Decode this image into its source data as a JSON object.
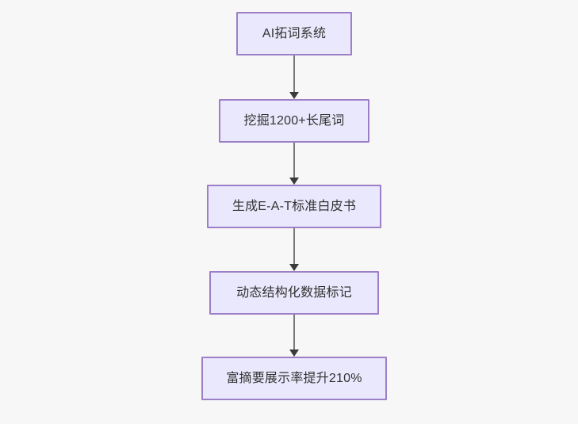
{
  "chart_data": {
    "type": "diagram",
    "diagram_type": "flowchart",
    "direction": "top-to-bottom",
    "title": "",
    "background_color": "#f7f7f7",
    "node_fill_color": "#eae8fc",
    "node_border_color": "#9d7fc7",
    "node_text_color": "#333333",
    "edge_color": "#7a7a7a",
    "arrowhead_color": "#3a3a3a",
    "nodes": [
      {
        "id": "n1",
        "label": "AI拓词系统"
      },
      {
        "id": "n2",
        "label": "挖掘1200+长尾词"
      },
      {
        "id": "n3",
        "label": "生成E-A-T标准白皮书"
      },
      {
        "id": "n4",
        "label": "动态结构化数据标记"
      },
      {
        "id": "n5",
        "label": "富摘要展示率提升210%"
      }
    ],
    "edges": [
      {
        "from": "n1",
        "to": "n2",
        "label": "",
        "arrow": "arrow-down"
      },
      {
        "from": "n2",
        "to": "n3",
        "label": "",
        "arrow": "arrow-down"
      },
      {
        "from": "n3",
        "to": "n4",
        "label": "",
        "arrow": "arrow-down"
      },
      {
        "from": "n4",
        "to": "n5",
        "label": "",
        "arrow": "arrow-down"
      }
    ]
  }
}
